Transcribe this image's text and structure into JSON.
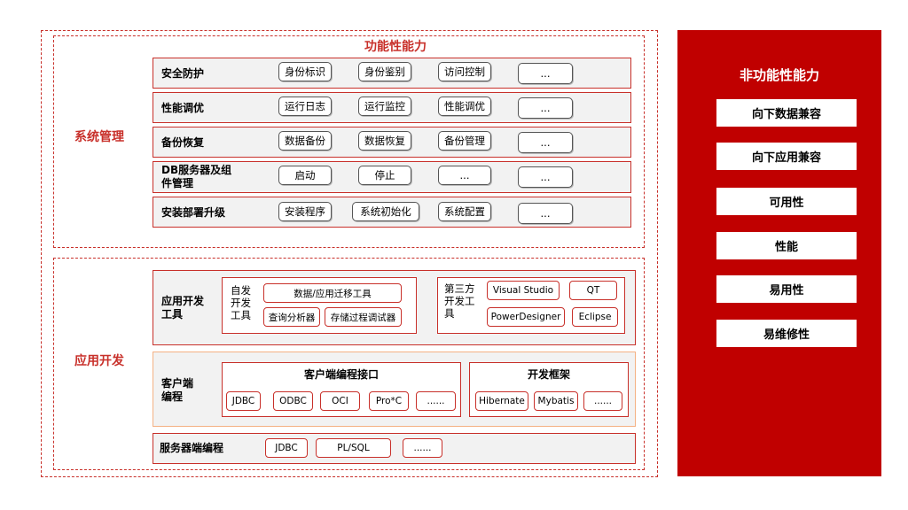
{
  "functional": {
    "title": "功能性能力",
    "system_mgmt": {
      "label": "系统管理",
      "rows": [
        {
          "label": "安全防护",
          "items": [
            "身份标识",
            "身份鉴别",
            "访问控制",
            "..."
          ]
        },
        {
          "label": "性能调优",
          "items": [
            "运行日志",
            "运行监控",
            "性能调优",
            "..."
          ]
        },
        {
          "label": "备份恢复",
          "items": [
            "数据备份",
            "数据恢复",
            "备份管理",
            "..."
          ]
        },
        {
          "label": "DB服务器及组件管理",
          "label_lines": [
            "DB服务器及组",
            "件管理"
          ],
          "items": [
            "启动",
            "停止",
            "...",
            "..."
          ]
        },
        {
          "label": "安装部署升级",
          "items": [
            "安装程序",
            "系统初始化",
            "系统配置",
            "..."
          ]
        }
      ]
    },
    "app_dev": {
      "label": "应用开发",
      "dev_tools": {
        "label": "应用开发工具",
        "label_lines": [
          "应用开发",
          "工具"
        ],
        "self_dev": {
          "label_lines": [
            "自发",
            "开发",
            "工具"
          ],
          "items": [
            "数据/应用迁移工具",
            "查询分析器",
            "存储过程调试器"
          ]
        },
        "third_party": {
          "label_lines": [
            "第三方",
            "开发工",
            "具"
          ],
          "items": [
            "Visual Studio",
            "QT",
            "PowerDesigner",
            "Eclipse"
          ]
        }
      },
      "client": {
        "label_lines": [
          "客户端",
          "编程"
        ],
        "interface": {
          "title": "客户端编程接口",
          "items": [
            "JDBC",
            "ODBC",
            "OCI",
            "Pro*C",
            "......"
          ]
        },
        "framework": {
          "title": "开发框架",
          "items": [
            "Hibernate",
            "Mybatis",
            "......"
          ]
        }
      },
      "server": {
        "label": "服务器端编程",
        "items": [
          "JDBC",
          "PL/SQL",
          "......"
        ]
      }
    }
  },
  "non_functional": {
    "title": "非功能性能力",
    "items": [
      "向下数据兼容",
      "向下应用兼容",
      "可用性",
      "性能",
      "易用性",
      "易维修性"
    ]
  },
  "colors": {
    "accent": "#c8302a",
    "panel": "#c00000",
    "row_bg": "#f2f2f2"
  }
}
